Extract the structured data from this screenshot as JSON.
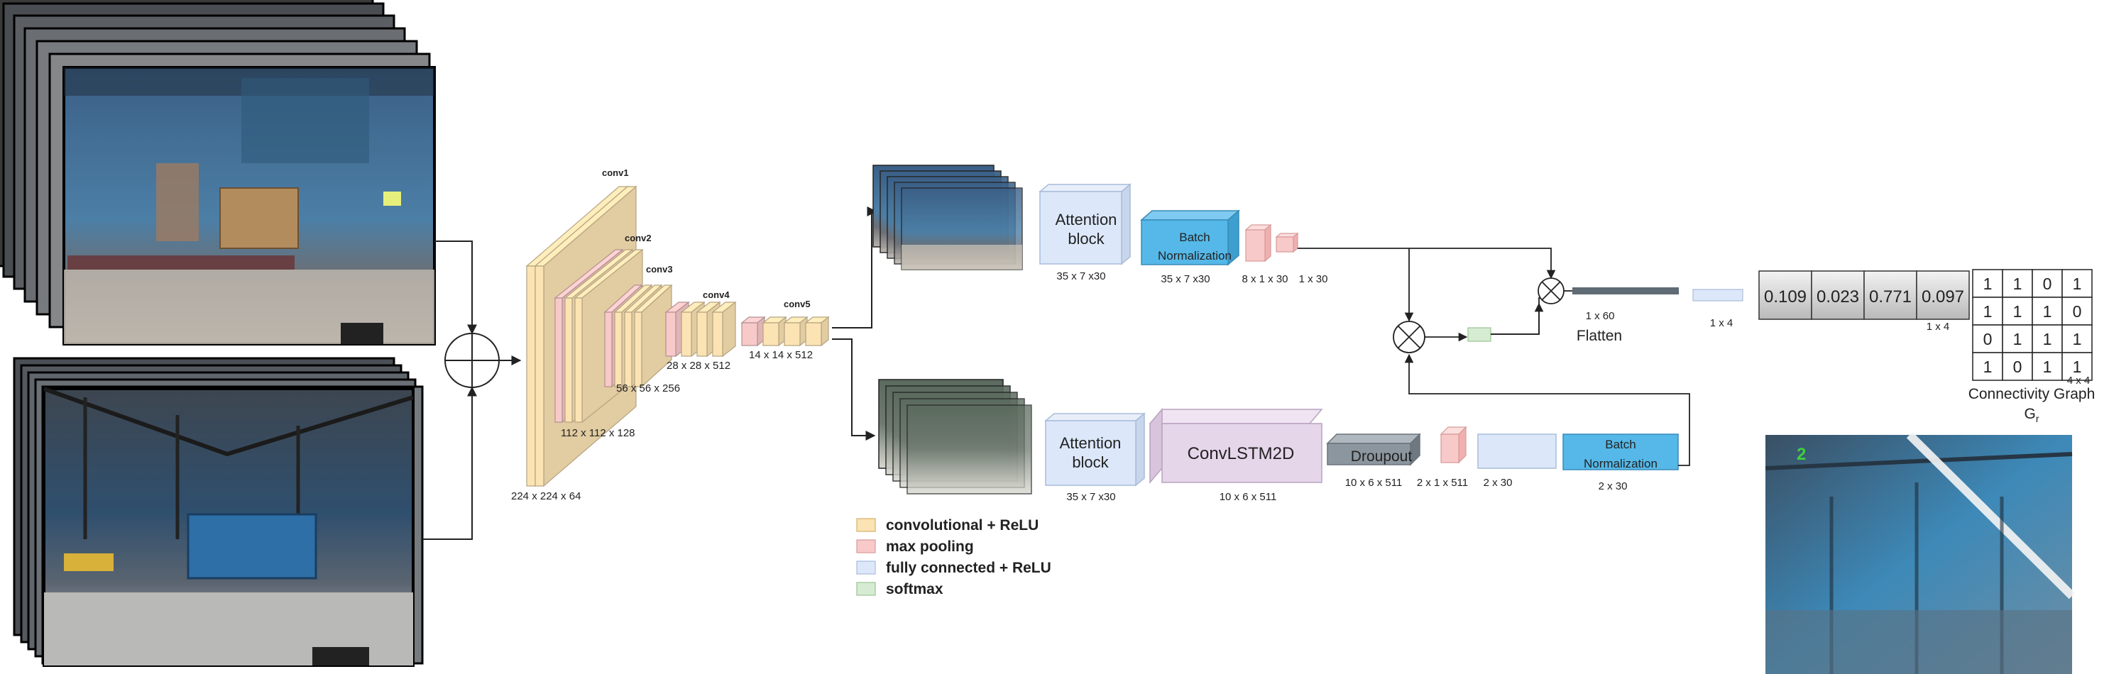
{
  "conv_layers": [
    {
      "name": "conv1",
      "size": "224 x 224 x 64"
    },
    {
      "name": "conv2",
      "size": "112 x 112 x 128"
    },
    {
      "name": "conv3",
      "size": "56 x 56 x 256"
    },
    {
      "name": "conv4",
      "size": "28 x 28 x 512"
    },
    {
      "name": "conv5",
      "size": "14 x 14 x 512"
    }
  ],
  "top_branch": {
    "attention_label": [
      "Attention",
      "block"
    ],
    "attention_size": "35 x 7 x30",
    "batchnorm_label": [
      "Batch",
      "Normalization"
    ],
    "batchnorm_size": "35 x 7 x30",
    "pool_size": "8 x 1 x 30",
    "fc_size": "1 x 30"
  },
  "bottom_branch": {
    "attention_label": [
      "Attention",
      "block"
    ],
    "attention_size": "35 x 7 x30",
    "convlstm_label": "ConvLSTM2D",
    "convlstm_size": "10 x 6 x 511",
    "dropout_label": "Droupout",
    "dropout_size": "10 x 6 x 511",
    "pool_size": "2 x 1 x 511",
    "fc_size": "2 x 30",
    "batchnorm_label": [
      "Batch",
      "Normalization"
    ],
    "batchnorm_size": "2 x 30"
  },
  "flatten": {
    "size": "1 x 60",
    "label": "Flatten"
  },
  "output_fc_size": "1 x 4",
  "output_vector": {
    "values": [
      "0.109",
      "0.023",
      "0.771",
      "0.097"
    ],
    "size": "1 x 4"
  },
  "connectivity": {
    "matrix": [
      [
        "1",
        "1",
        "0",
        "1"
      ],
      [
        "1",
        "1",
        "1",
        "0"
      ],
      [
        "0",
        "1",
        "1",
        "1"
      ],
      [
        "1",
        "0",
        "1",
        "1"
      ]
    ],
    "size": "4 x 4",
    "label": "Connectivity Graph",
    "symbol": "G",
    "symbol_sub": "r"
  },
  "legend": [
    {
      "label": "convolutional + ReLU",
      "color": "#fbe3b3"
    },
    {
      "label": "max pooling",
      "color": "#f8c9c9"
    },
    {
      "label": "fully connected + ReLU",
      "color": "#dce8fa"
    },
    {
      "label": "softmax",
      "color": "#d6ecd2"
    }
  ],
  "colors": {
    "conv": "#fbe3b3",
    "pool": "#f8c9c9",
    "fc": "#dce8fa",
    "softmax": "#d6ecd2",
    "batchnorm": "#55b8e8",
    "convlstm": "#e6d6ea",
    "dropout": "#8c969e",
    "flatten_bar": "#5f6b75"
  },
  "thumbnail_text": "2"
}
